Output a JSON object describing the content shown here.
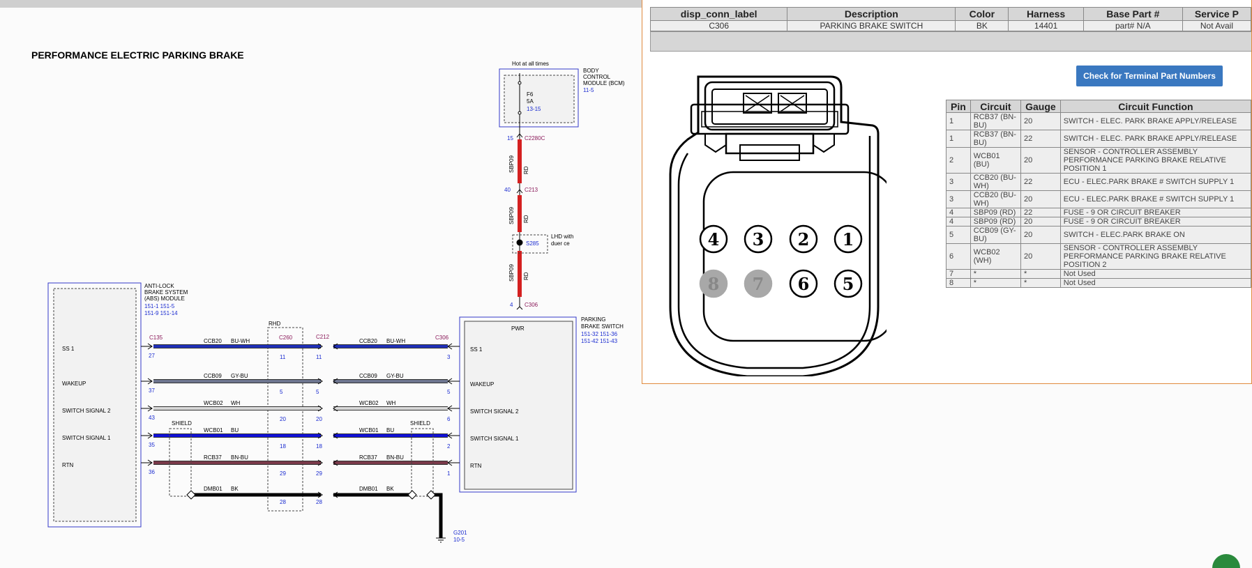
{
  "diagram": {
    "title": "PERFORMANCE ELECTRIC PARKING BRAKE",
    "hot_label": "Hot at all times",
    "bcm": {
      "lines": [
        "BODY",
        "CONTROL",
        "MODULE (BCM)"
      ],
      "ref": "11-5",
      "fuse": "F6",
      "amps": "5A",
      "fuse_ref": "13-15"
    },
    "vertical": {
      "c2280c_pin": "15",
      "c2280c": "C2280C",
      "c213_pin": "40",
      "c213": "C213",
      "s285": "S285",
      "lhd": [
        "LHD with",
        "duer ce"
      ],
      "c306_pin": "4",
      "c306": "C306",
      "circuit": "SBP09",
      "color": "RD"
    },
    "abs": {
      "lines": [
        "ANTI-LOCK",
        "BRAKE SYSTEM",
        "(ABS) MODULE"
      ],
      "refs": [
        "151-1   151-5",
        "151-9    151-14"
      ],
      "pins": [
        "SS 1",
        "WAKEUP",
        "SWITCH SIGNAL 2",
        "SWITCH SIGNAL 1",
        "RTN"
      ]
    },
    "pbs": {
      "lines": [
        "PARKING",
        "BRAKE SWITCH"
      ],
      "refs": [
        "151-32   151-36",
        "151-42   151-43"
      ],
      "pwr": "PWR",
      "pins": [
        "SS 1",
        "WAKEUP",
        "SWITCH SIGNAL 2",
        "SWITCH SIGNAL 1",
        "RTN"
      ]
    },
    "connectors": {
      "c135": "C135",
      "c260": "C260",
      "c212": "C212",
      "c306": "C306",
      "rhd": "RHD"
    },
    "wires": [
      {
        "circuit": "CCB20",
        "color": "BU-WH",
        "abs_pin": "27",
        "c260": "11",
        "c212": "11",
        "pbs": "3",
        "hex": "#1f2fb8"
      },
      {
        "circuit": "CCB09",
        "color": "GY-BU",
        "abs_pin": "37",
        "c260": "5",
        "c212": "5",
        "pbs": "5",
        "hex": "#6e7690"
      },
      {
        "circuit": "WCB02",
        "color": "WH",
        "abs_pin": "43",
        "c260": "20",
        "c212": "20",
        "pbs": "6",
        "hex": "#d8d8d8"
      },
      {
        "circuit": "WCB01",
        "color": "BU",
        "abs_pin": "35",
        "c260": "18",
        "c212": "18",
        "pbs": "2",
        "hex": "#1010d8"
      },
      {
        "circuit": "RCB37",
        "color": "BN-BU",
        "abs_pin": "36",
        "c260": "29",
        "c212": "29",
        "pbs": "1",
        "hex": "#7a3a4a"
      }
    ],
    "drain": {
      "circuit": "DMB01",
      "color": "BK",
      "c260": "28",
      "c212": "28"
    },
    "shield": "SHIELD",
    "ground": {
      "label": "G201",
      "ref": "10-5"
    }
  },
  "popup": {
    "conn_table": {
      "headers": [
        "disp_conn_label",
        "Description",
        "Color",
        "Harness",
        "Base Part #",
        "Service P"
      ],
      "row": [
        "C306",
        "PARKING BRAKE SWITCH",
        "BK",
        "14401",
        "part# N/A",
        "Not Avail"
      ]
    },
    "button": "Check for Terminal Part Numbers",
    "connector_pins": [
      "4",
      "3",
      "2",
      "1",
      "8",
      "7",
      "6",
      "5"
    ],
    "pin_table": {
      "headers": [
        "Pin",
        "Circuit",
        "Gauge",
        "Circuit Function"
      ],
      "rows": [
        [
          "1",
          "RCB37 (BN-BU)",
          "20",
          "SWITCH - ELEC. PARK BRAKE APPLY/RELEASE"
        ],
        [
          "1",
          "RCB37 (BN-BU)",
          "22",
          "SWITCH - ELEC. PARK BRAKE APPLY/RELEASE"
        ],
        [
          "2",
          "WCB01 (BU)",
          "20",
          "SENSOR - CONTROLLER ASSEMBLY PERFORMANCE PARKING BRAKE RELATIVE POSITION 1"
        ],
        [
          "3",
          "CCB20 (BU-WH)",
          "22",
          "ECU - ELEC.PARK BRAKE # SWITCH SUPPLY 1"
        ],
        [
          "3",
          "CCB20 (BU-WH)",
          "20",
          "ECU - ELEC.PARK BRAKE # SWITCH SUPPLY 1"
        ],
        [
          "4",
          "SBP09 (RD)",
          "22",
          "FUSE - 9 OR CIRCUIT BREAKER"
        ],
        [
          "4",
          "SBP09 (RD)",
          "20",
          "FUSE - 9 OR CIRCUIT BREAKER"
        ],
        [
          "5",
          "CCB09 (GY-BU)",
          "20",
          "SWITCH - ELEC.PARK BRAKE ON"
        ],
        [
          "6",
          "WCB02 (WH)",
          "20",
          "SENSOR - CONTROLLER ASSEMBLY PERFORMANCE PARKING BRAKE RELATIVE POSITION 2"
        ],
        [
          "7",
          "*",
          "*",
          "Not Used"
        ],
        [
          "8",
          "*",
          "*",
          "Not Used"
        ]
      ]
    }
  }
}
